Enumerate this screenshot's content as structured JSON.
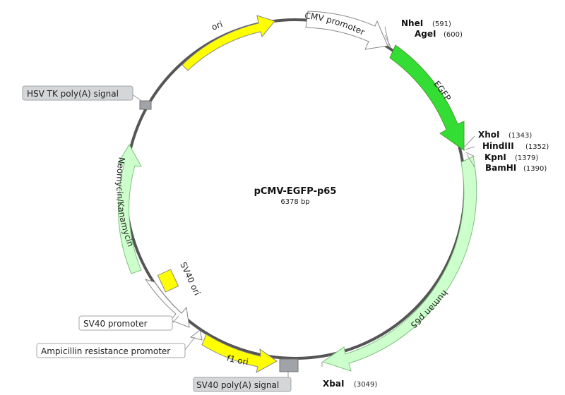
{
  "plasmid": {
    "name": "pCMV-EGFP-p65",
    "length_label": "6378 bp"
  },
  "colors": {
    "backbone": "#555555",
    "yellow": "#ffff00",
    "green": "#33dd33",
    "light_green": "#ccffcc",
    "white": "#ffffff",
    "gray": "#a0a4a8"
  },
  "features": [
    {
      "name": "ori",
      "color": "#ffff00",
      "kind": "arrow",
      "direction": "cw",
      "label_inside": true
    },
    {
      "name": "CMV promoter",
      "color": "#ffffff",
      "kind": "arrow",
      "direction": "cw",
      "label_inside": true
    },
    {
      "name": "EGFP",
      "color": "#33dd33",
      "kind": "arrow",
      "direction": "cw",
      "label_inside": true
    },
    {
      "name": "human p65",
      "color": "#ccffcc",
      "kind": "arrow",
      "direction": "cw",
      "label_inside": true
    },
    {
      "name": "SV40 poly(A) signal",
      "color": "#a0a4a8",
      "kind": "box",
      "label_inside": false
    },
    {
      "name": "f1 ori",
      "color": "#ffff00",
      "kind": "arrow",
      "direction": "ccw",
      "label_inside": true
    },
    {
      "name": "Ampicillin resistance promoter",
      "color": "#ffffff",
      "kind": "arrow",
      "direction": "ccw",
      "label_inside": false
    },
    {
      "name": "SV40 promoter",
      "color": "#ffffff",
      "kind": "arrow",
      "direction": "ccw",
      "label_inside": false
    },
    {
      "name": "SV40 ori",
      "color": "#ffff00",
      "kind": "box",
      "label_inside": false
    },
    {
      "name": "Neomycin/Kanamycin",
      "color": "#ccffcc",
      "kind": "arrow",
      "direction": "cw",
      "label_inside": true
    },
    {
      "name": "HSV TK poly(A) signal",
      "color": "#a0a4a8",
      "kind": "box",
      "label_inside": false
    }
  ],
  "sites": [
    {
      "name": "NheI",
      "pos": "(591)"
    },
    {
      "name": "AgeI",
      "pos": "(600)"
    },
    {
      "name": "XhoI",
      "pos": "(1343)"
    },
    {
      "name": "HindIII",
      "pos": "(1352)"
    },
    {
      "name": "KpnI",
      "pos": "(1379)"
    },
    {
      "name": "BamHI",
      "pos": "(1390)"
    },
    {
      "name": "XbaI",
      "pos": "(3049)"
    }
  ]
}
